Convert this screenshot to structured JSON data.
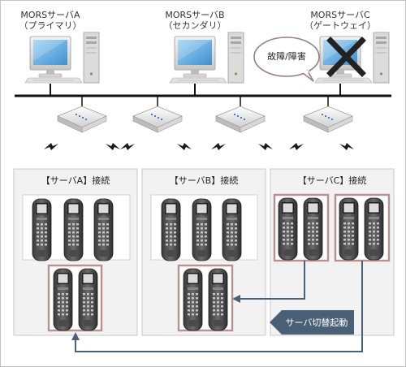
{
  "servers": [
    {
      "name": "MORSサーバA",
      "role": "（プライマリ）",
      "failed": false
    },
    {
      "name": "MORSサーバB",
      "role": "（セカンダリ）",
      "failed": false
    },
    {
      "name": "MORSサーバC",
      "role": "（ゲートウェイ）",
      "failed": true
    }
  ],
  "failure_bubble": "故障/障害",
  "sections": [
    {
      "title": "【サーバA】接続"
    },
    {
      "title": "【サーバB】接続"
    },
    {
      "title": "【サーバC】接続"
    }
  ],
  "failover_label": "サーバ切替起動",
  "colors": {
    "device_group_border": "#b89090",
    "failover_arrow": "#4a6076",
    "failure_x": "#222222",
    "panel_bg": "#f2f2f2"
  }
}
